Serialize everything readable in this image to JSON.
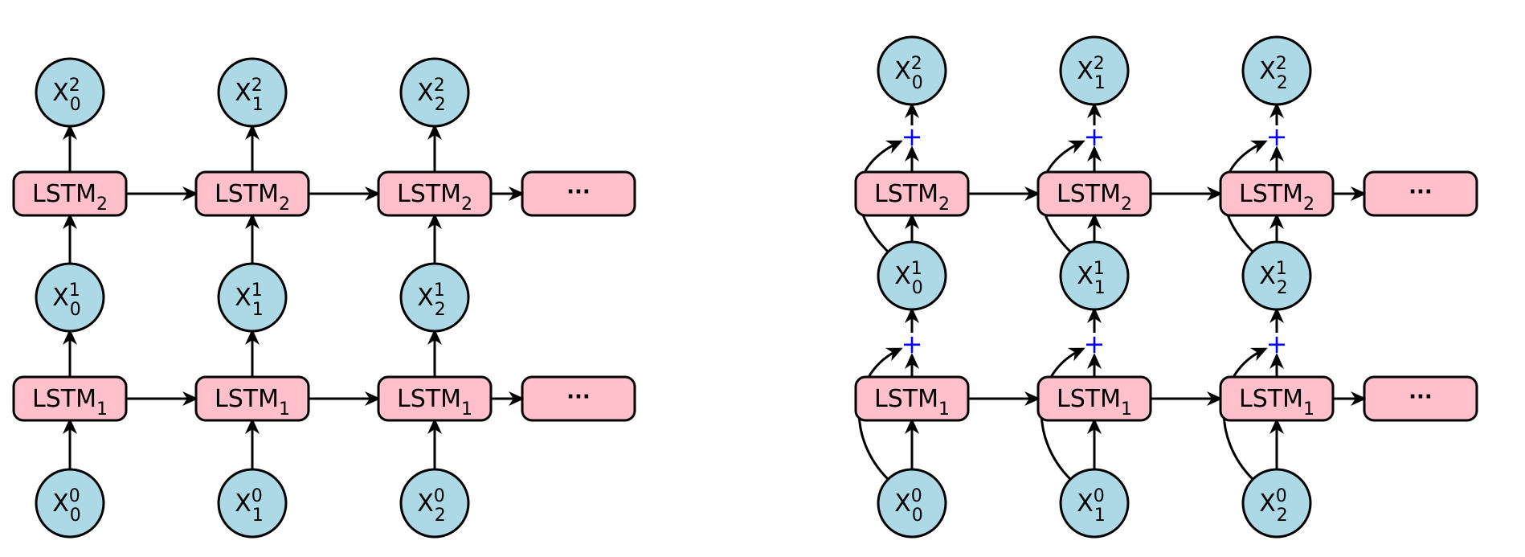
{
  "diagram": {
    "colors": {
      "circle_fill": "#add8e6",
      "box_fill": "#ffc0cb",
      "stroke": "#000000",
      "plus": "#0000ff"
    },
    "panels": [
      {
        "name": "stacked-lstm",
        "residual": false,
        "timesteps": [
          "0",
          "1",
          "2"
        ],
        "ellipsis": "···",
        "layers": [
          {
            "label": "LSTM",
            "sub": "1"
          },
          {
            "label": "LSTM",
            "sub": "2"
          }
        ],
        "states": [
          {
            "label": "X",
            "sup": "0"
          },
          {
            "label": "X",
            "sup": "1"
          },
          {
            "label": "X",
            "sup": "2"
          }
        ]
      },
      {
        "name": "residual-lstm",
        "residual": true,
        "plus_symbol": "+",
        "timesteps": [
          "0",
          "1",
          "2"
        ],
        "ellipsis": "···",
        "layers": [
          {
            "label": "LSTM",
            "sub": "1"
          },
          {
            "label": "LSTM",
            "sub": "2"
          }
        ],
        "states": [
          {
            "label": "X",
            "sup": "0"
          },
          {
            "label": "X",
            "sup": "1"
          },
          {
            "label": "X",
            "sup": "2"
          }
        ]
      }
    ]
  }
}
